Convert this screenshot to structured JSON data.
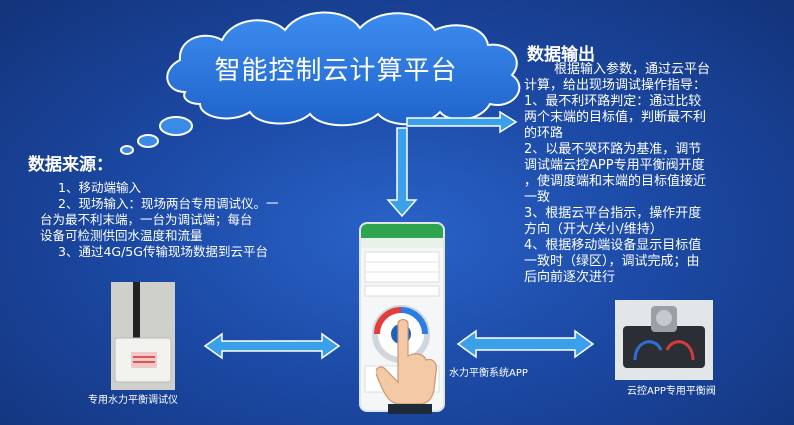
{
  "cloud": {
    "title": "智能控制云计算平台"
  },
  "data_source": {
    "title": "数据来源：",
    "items": [
      "1、移动端输入",
      "2、现场输入：现场两台专用调试仪。一",
      "台为最不利末端，一台为调试端；每台",
      "设备可检测供回水温度和流量",
      "3、通过4G/5G传输现场数据到云平台"
    ]
  },
  "data_output": {
    "title": "数据输出",
    "lines": [
      "根据输入参数，通过云平台",
      "计算，给出现场调试操作指导：",
      "1、最不利环路判定：通过比较",
      "两个末端的目标值，判断最不利",
      "的环路",
      "2、以最不哭环路为基准，调节",
      "调试端云控APP专用平衡阀开度",
      "，使调度端和末端的目标值接近",
      "一致",
      "3、根据云平台指示，操作开度",
      "方向（开大/关小/维持）",
      "4、根据移动端设备显示目标值",
      "一致时（绿区），调试完成；由",
      "后向前逐次进行"
    ]
  },
  "captions": {
    "device_left": "专用水力平衡调试仪",
    "app": "水力平衡系统APP",
    "device_right": "云控APP专用平衡阀"
  },
  "colors": {
    "background": "#1c4aa6",
    "arrow": "#3aa0ea",
    "cloud": "#2f7ee0"
  }
}
